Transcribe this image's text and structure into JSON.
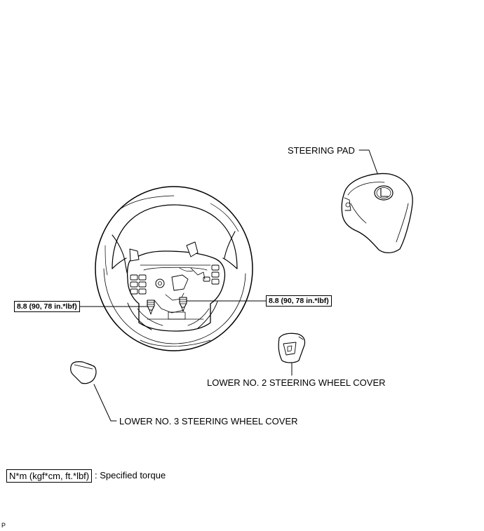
{
  "labels": {
    "steering_pad": "STEERING PAD",
    "lower_no2_cover": "LOWER NO. 2 STEERING WHEEL COVER",
    "lower_no3_cover": "LOWER NO. 3 STEERING WHEEL COVER"
  },
  "torque": {
    "left": "8.8 (90, 78 in.*lbf)",
    "right": "8.8 (90, 78 in.*lbf)"
  },
  "legend": {
    "unit_box": "N*m (kgf*cm, ft.*lbf)",
    "description": ": Specified torque"
  },
  "corner_code": "P"
}
